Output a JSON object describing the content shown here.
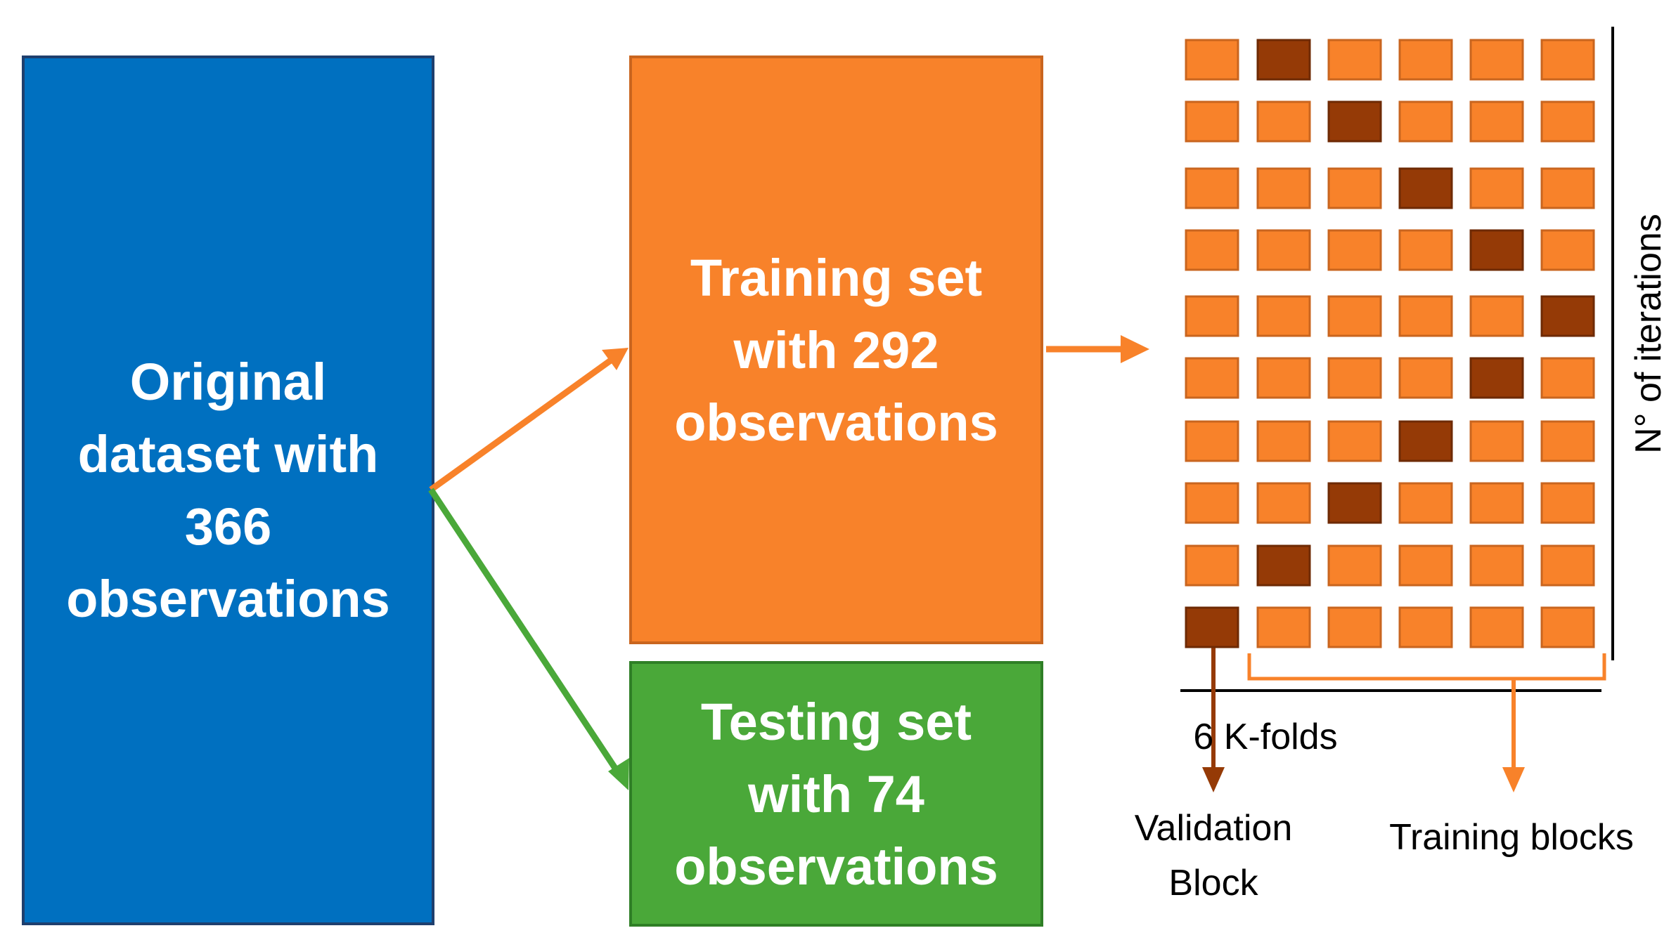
{
  "boxes": {
    "original": {
      "line1": "Original",
      "line2": "dataset with",
      "line3": "366",
      "line4": "observations"
    },
    "training": {
      "line1": "Training set",
      "line2": "with 292",
      "line3": "observations"
    },
    "testing": {
      "line1": "Testing set",
      "line2": "with 74",
      "line3": "observations"
    }
  },
  "grid": {
    "rows": 10,
    "columns": 6,
    "validation_column_per_row": [
      2,
      3,
      4,
      5,
      6,
      5,
      4,
      3,
      2,
      1
    ]
  },
  "labels": {
    "k_folds": "6 K-folds",
    "validation_line1": "Validation",
    "validation_line2": "Block",
    "training_blocks": "Training blocks",
    "iterations": "N° of iterations"
  },
  "colors": {
    "original_fill": "#0070c0",
    "training_fill": "#f8822a",
    "testing_fill": "#4aa839",
    "block_fill": "#f8822a",
    "validation_fill": "#953a06",
    "training_arrow": "#f8822a",
    "testing_arrow": "#4aa839",
    "validation_arrow": "#953a06"
  }
}
